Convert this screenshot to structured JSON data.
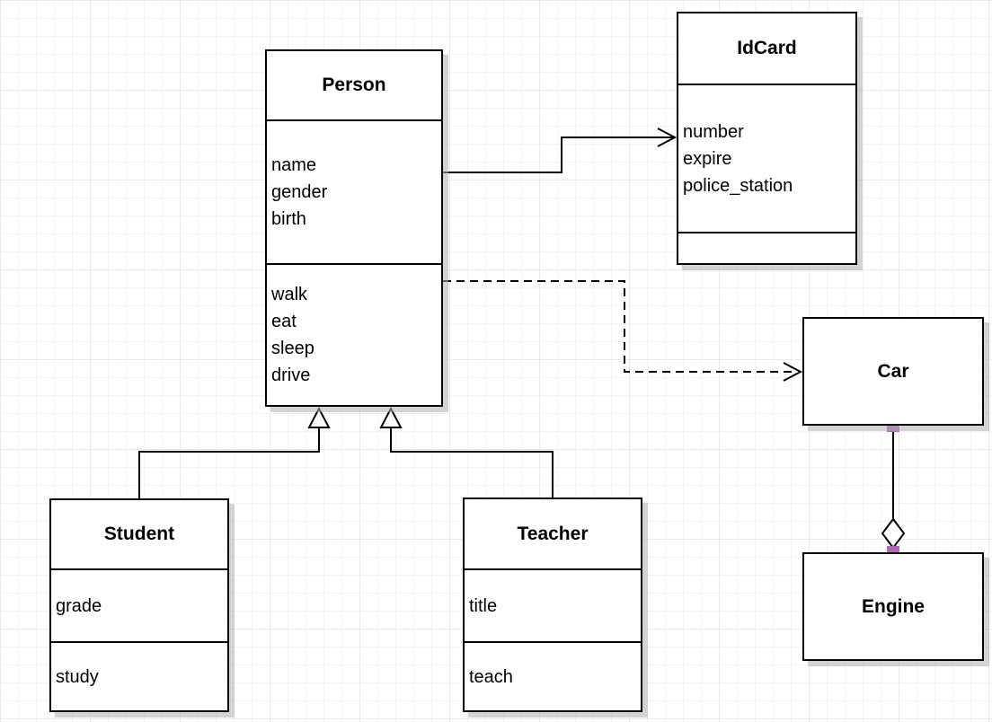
{
  "diagram": {
    "classes": [
      {
        "name": "Person",
        "attributes": [
          "name",
          "gender",
          "birth"
        ],
        "methods": [
          "walk",
          "eat",
          "sleep",
          "drive"
        ]
      },
      {
        "name": "IdCard",
        "attributes": [
          "number",
          "expire",
          "police_station"
        ],
        "methods": []
      },
      {
        "name": "Car",
        "attributes": [],
        "methods": []
      },
      {
        "name": "Engine",
        "attributes": [],
        "methods": []
      },
      {
        "name": "Student",
        "attributes": [
          "grade"
        ],
        "methods": [
          "study"
        ]
      },
      {
        "name": "Teacher",
        "attributes": [
          "title"
        ],
        "methods": [
          "teach"
        ]
      }
    ],
    "relationships": [
      {
        "from": "Person",
        "to": "IdCard",
        "type": "association",
        "line": "solid",
        "end": "open-arrow"
      },
      {
        "from": "Person",
        "to": "Car",
        "type": "dependency",
        "line": "dashed",
        "end": "open-arrow"
      },
      {
        "from": "Student",
        "to": "Person",
        "type": "generalization",
        "line": "solid",
        "end": "hollow-triangle"
      },
      {
        "from": "Teacher",
        "to": "Person",
        "type": "generalization",
        "line": "solid",
        "end": "hollow-triangle"
      },
      {
        "from": "Car",
        "to": "Engine",
        "type": "aggregation",
        "line": "solid",
        "end": "hollow-diamond"
      }
    ],
    "colors": {
      "line": "#000000",
      "box_fill": "#ffffff",
      "box_border": "#000000",
      "endpoint_handle": "#b164b9",
      "shadow": "#afafaf",
      "grid_line": "#f3f3f3",
      "background": "#ffffff"
    }
  }
}
